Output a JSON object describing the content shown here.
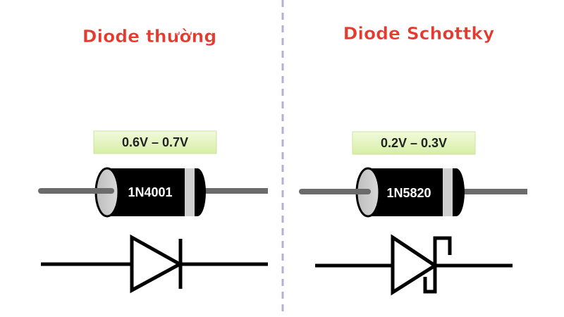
{
  "left": {
    "title": "Diode thường",
    "voltage_label": "0.6V – 0.7V",
    "part_number": "1N4001",
    "symbol": "standard-diode-icon"
  },
  "right": {
    "title": "Diode Schottky",
    "voltage_label": "0.2V – 0.3V",
    "part_number": "1N5820",
    "symbol": "schottky-diode-icon"
  },
  "colors": {
    "title": "#e53a2e",
    "label_bg": "#e6f5c4",
    "divider": "#b9aecb",
    "lead": "#6b6b6b"
  }
}
